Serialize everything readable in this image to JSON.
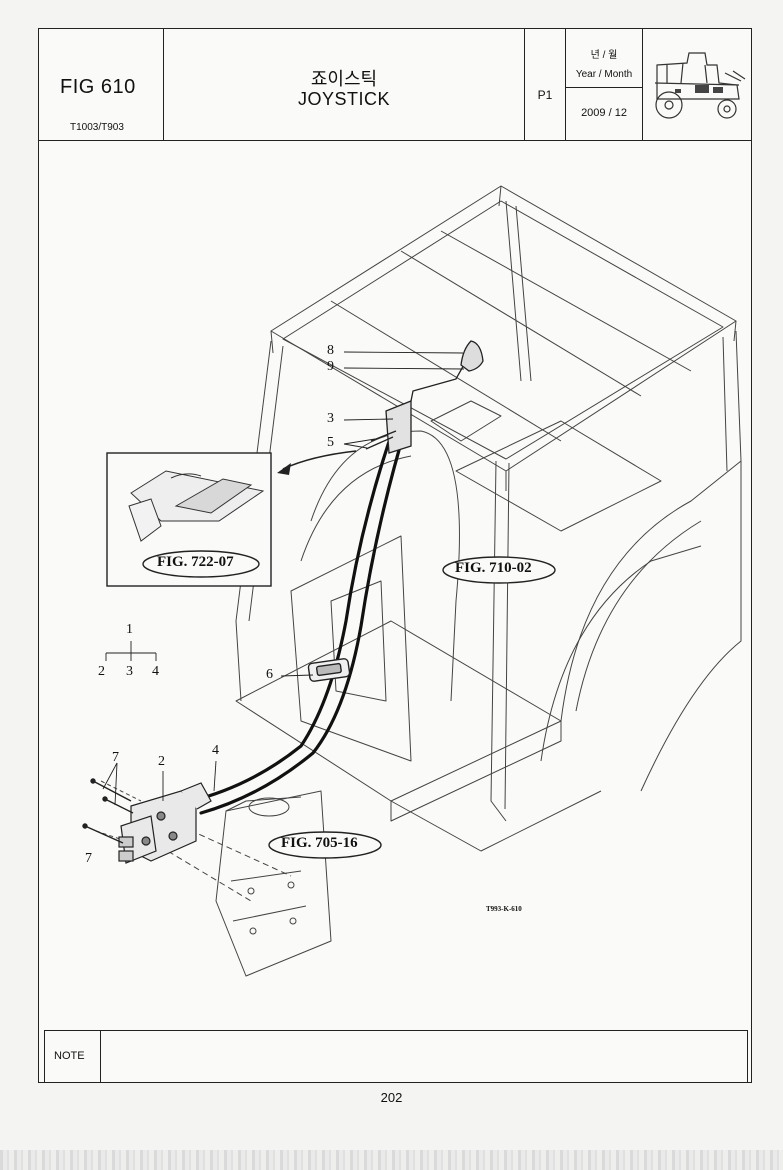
{
  "header": {
    "fig_number": "FIG 610",
    "model": "T1003/T903",
    "title_korean": "죠이스틱",
    "title_english": "JOYSTICK",
    "page_code": "P1",
    "year_month_label_korean": "년 / 월",
    "year_month_label_english": "Year / Month",
    "year_month_value": "2009 / 12"
  },
  "callouts": {
    "c1": "1",
    "c2": "2",
    "c3": "3",
    "c4": "4",
    "c2b": "2",
    "c3b": "3",
    "c4b": "4",
    "c5": "5",
    "c6": "6",
    "c7a": "7",
    "c7b": "7",
    "c8": "8",
    "c9": "9"
  },
  "figure_refs": {
    "ref_722": "FIG. 722-07",
    "ref_710": "FIG. 710-02",
    "ref_705": "FIG. 705-16"
  },
  "drawing_code": "T993-K-610",
  "note_label": "NOTE",
  "page_number": "202"
}
